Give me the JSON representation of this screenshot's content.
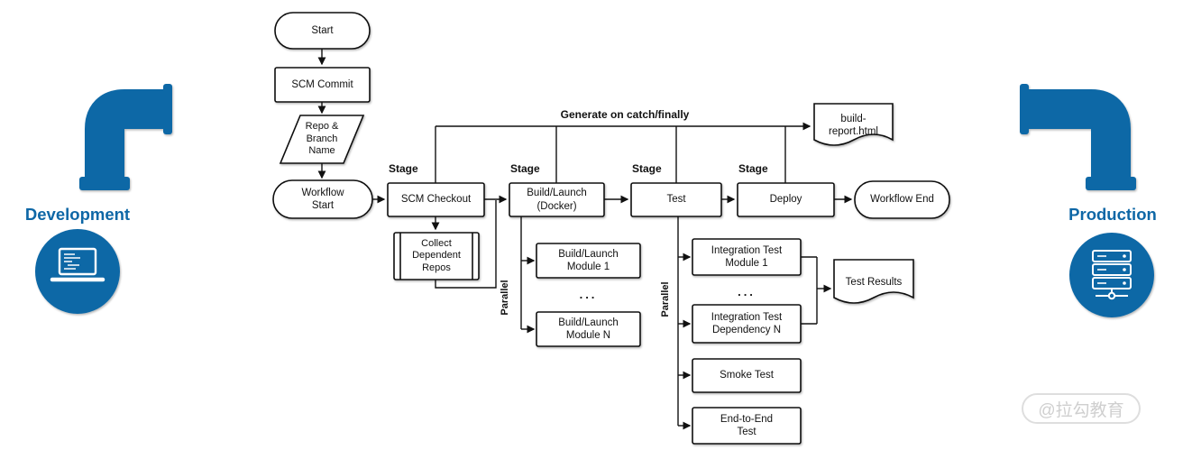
{
  "colors": {
    "accent": "#0e67a6",
    "shape_fill": "#ffffff",
    "line": "#111111",
    "watermark": "#cfcfcf"
  },
  "sides": {
    "development": "Development",
    "production": "Production"
  },
  "watermark": {
    "text": "@拉勾教育"
  },
  "flow": {
    "start": "Start",
    "scm_commit": "SCM Commit",
    "repo_branch": "Repo &\nBranch\nName",
    "workflow_start": "Workflow\nStart",
    "stage": "Stage",
    "scm_checkout": "SCM Checkout",
    "collect_repos": "Collect\nDependent\nRepos",
    "build_launch": "Build/Launch\n(Docker)",
    "parallel": "Parallel",
    "build_module_1": "Build/Launch\nModule 1",
    "dots": "...",
    "build_module_n": "Build/Launch\nModule N",
    "test": "Test",
    "integration_module_1": "Integration Test\nModule 1",
    "integration_dep_n": "Integration Test\nDependency N",
    "smoke_test": "Smoke Test",
    "e2e_test": "End-to-End\nTest",
    "test_results": "Test Results",
    "deploy": "Deploy",
    "workflow_end": "Workflow End",
    "generate_note": "Generate on catch/finally",
    "build_report": "build-\nreport.html"
  }
}
